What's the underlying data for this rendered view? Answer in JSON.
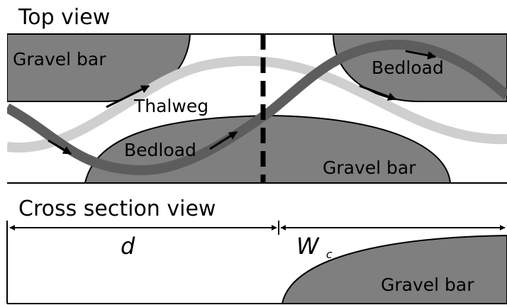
{
  "top_view": {
    "title": "Top view",
    "gravel_bar_top_left": "Gravel bar",
    "gravel_bar_bottom": "Gravel bar",
    "thalweg": "Thalweg",
    "bedload_left": "Bedload",
    "bedload_right": "Bedload"
  },
  "cross_section": {
    "title": "Cross section view",
    "d_label": "d",
    "wc_label": "W",
    "wc_subscript": "c",
    "gravel_bar": "Gravel bar"
  },
  "colors": {
    "bar_fill": "#7f7f7f",
    "bedload_path": "#5d5d5d",
    "thalweg_path": "#cfcfcf",
    "outline": "#000000"
  }
}
